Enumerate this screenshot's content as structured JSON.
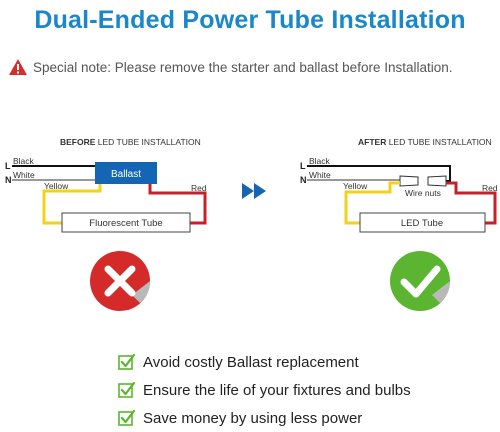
{
  "title": "Dual-Ended Power Tube Installation",
  "note": {
    "icon": "warning-triangle-icon",
    "text": "Special note: Please remove the starter and ballast before Installation."
  },
  "before": {
    "heading_bold": "BEFORE",
    "heading_rest": " LED TUBE INSTALLATION",
    "line_label": "L",
    "neutral_label": "N",
    "black_label": "Black",
    "white_label": "White",
    "ballast_label": "Ballast",
    "yellow_label": "Yellow",
    "red_label": "Red",
    "tube_label": "Fluorescent Tube",
    "status_icon": "red-x-icon"
  },
  "after": {
    "heading_bold": "AFTER",
    "heading_rest": " LED TUBE INSTALLATION",
    "line_label": "L",
    "neutral_label": "N",
    "black_label": "Black",
    "white_label": "White",
    "wire_nuts_label": "Wire nuts",
    "yellow_label": "Yellow",
    "red_label": "Red",
    "tube_label": "LED Tube",
    "status_icon": "green-check-icon"
  },
  "arrow_icon": "double-chevron-right-icon",
  "benefits": [
    "Avoid costly Ballast replacement",
    "Ensure the life of your fixtures and bulbs",
    "Save money by using less power"
  ],
  "colors": {
    "title_blue": "#1a87c9",
    "ballast_blue": "#1565b5",
    "wire_yellow": "#f2d21b",
    "wire_red": "#c8202a",
    "check_green": "#5cb531",
    "x_red": "#d42a2a"
  }
}
